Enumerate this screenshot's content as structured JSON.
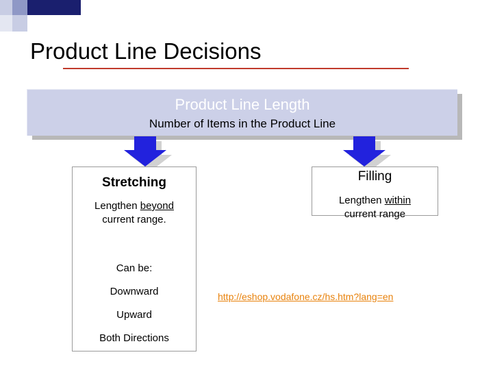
{
  "slide": {
    "title": "Product Line Decisions",
    "header": {
      "title": "Product Line Length",
      "subtitle": "Number of Items in the Product Line"
    },
    "left_box": {
      "heading": "Stretching",
      "line1_prefix": "Lengthen ",
      "line1_underlined": "beyond",
      "line2": "current range.",
      "can_be_label": "Can be:",
      "options": [
        "Downward",
        "Upward",
        "Both Directions"
      ]
    },
    "right_box": {
      "heading": "Filling",
      "line1_prefix": "Lengthen ",
      "line1_underlined": "within",
      "line2": "current range"
    },
    "link": {
      "text": "http://eshop.vodafone.cz/hs.htm?lang=en"
    },
    "colors": {
      "accent_bar": "#ccd0e8",
      "arrow": "#2222dd",
      "rule": "#c0392b",
      "link": "#e8820c",
      "corner_dark": "#1a1f6e"
    }
  }
}
